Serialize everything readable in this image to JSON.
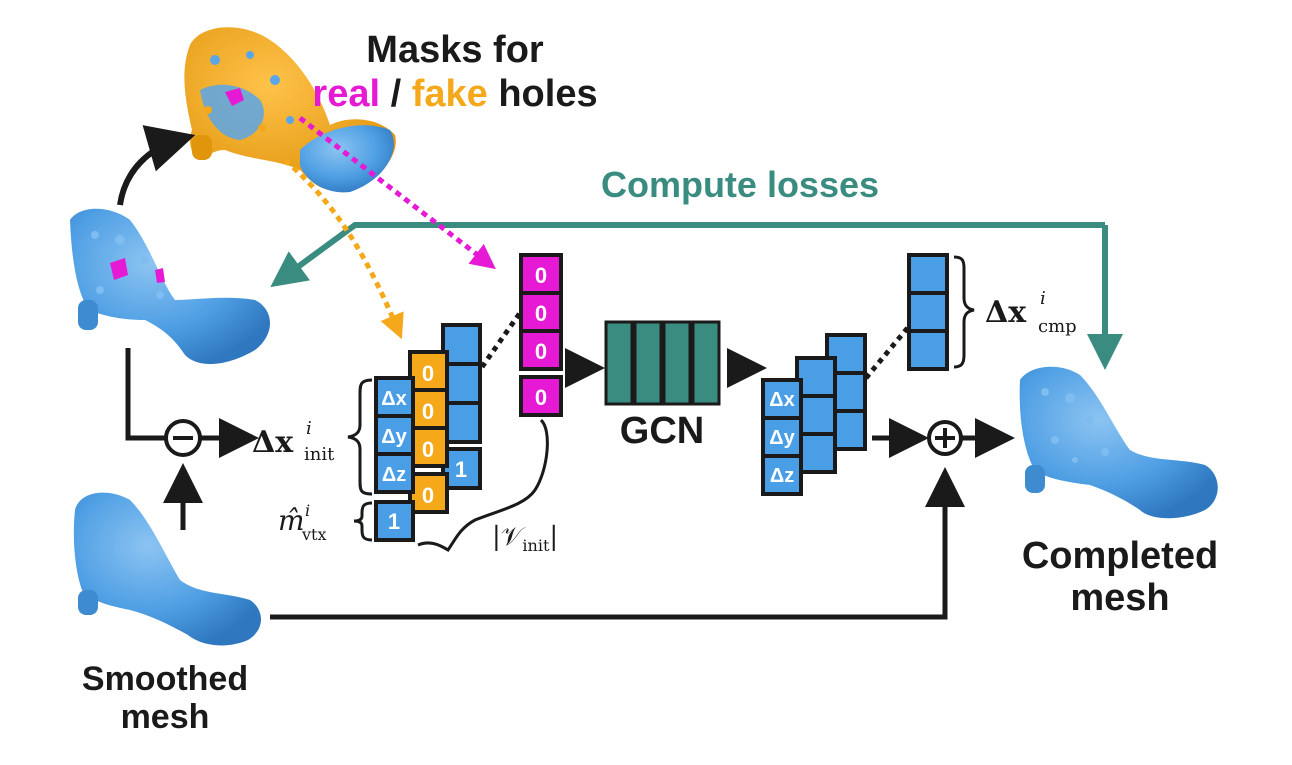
{
  "title": {
    "line1": "Masks for",
    "real": "real",
    "slash": " / ",
    "fake": "fake",
    "holes": " holes"
  },
  "compute_losses": "Compute losses",
  "gcn_label": "GCN",
  "smoothed_mesh": {
    "line1": "Smoothed",
    "line2": "mesh"
  },
  "completed_mesh": {
    "line1": "Completed",
    "line2": "mesh"
  },
  "math": {
    "dx_init": "Δx",
    "dx_init_sub": "init",
    "dx_cmp": "Δx",
    "dx_cmp_sub": "cmp",
    "sup_i": "i",
    "m_vtx": "m̂",
    "m_vtx_sub": "vtx",
    "v_init": "|𝒱",
    "v_init_sub": "init",
    "v_init_close": "|"
  },
  "input_features": {
    "dx": "Δx",
    "dy": "Δy",
    "dz": "Δz",
    "mask_vtx": "1"
  },
  "fake_mask_values": [
    "0",
    "0",
    "0",
    "0"
  ],
  "back_column_value": "1",
  "real_mask_values": [
    "0",
    "0",
    "0",
    "0"
  ],
  "output_features": {
    "dx": "Δx",
    "dy": "Δy",
    "dz": "Δz"
  },
  "operators": {
    "minus": "−",
    "plus": "+"
  },
  "colors": {
    "real": "#e619d4",
    "fake": "#f5a81a",
    "blue": "#4a9ee6",
    "teal": "#3a8c80",
    "black": "#1a1a1a",
    "mesh_blue": "#5aa6e8"
  }
}
